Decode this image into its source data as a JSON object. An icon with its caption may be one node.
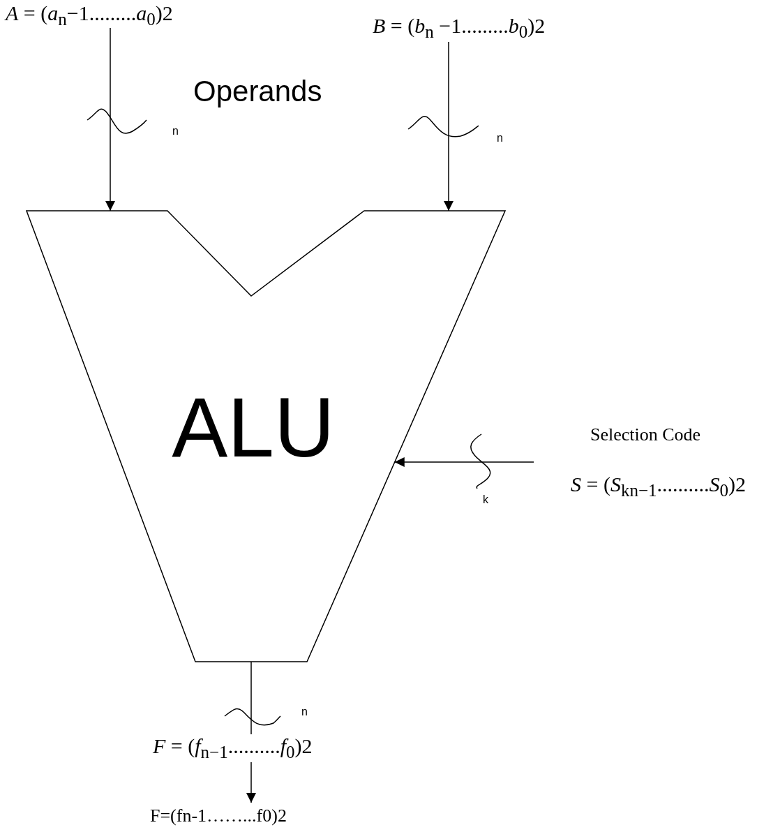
{
  "diagram": {
    "nodes": [
      {
        "text": [
          "*A* = (*a*$_{n}$−1.........*a*$_{0}$)2"
        ]
      },
      {
        "text": [
          "*B* = (*b*$_{n}$ −1.........*b*$_{0}$)2"
        ]
      },
      {
        "text": [
          "ALU"
        ]
      },
      {
        "text": [
          "Selection Code",
          "*S* = (*S*$_{kn−1}$..........*S*$_{0}$)2"
        ]
      },
      {
        "text": [
          "F=(fn-1……...f0)2"
        ]
      }
    ],
    "edges": [
      {
        "from": 0,
        "to": 2,
        "arrow": "to"
      },
      {
        "from": 1,
        "to": 2,
        "arrow": "to"
      },
      {
        "from": 3,
        "to": 2,
        "arrow": "to"
      },
      {
        "from": 2,
        "to": 4,
        "arrow": "to",
        "label": "*F* = (*f*$_{n−1}$..........*f*$_{0}$)2"
      }
    ],
    "labels": [
      "Operands",
      "n",
      "n",
      "k",
      "n"
    ]
  }
}
